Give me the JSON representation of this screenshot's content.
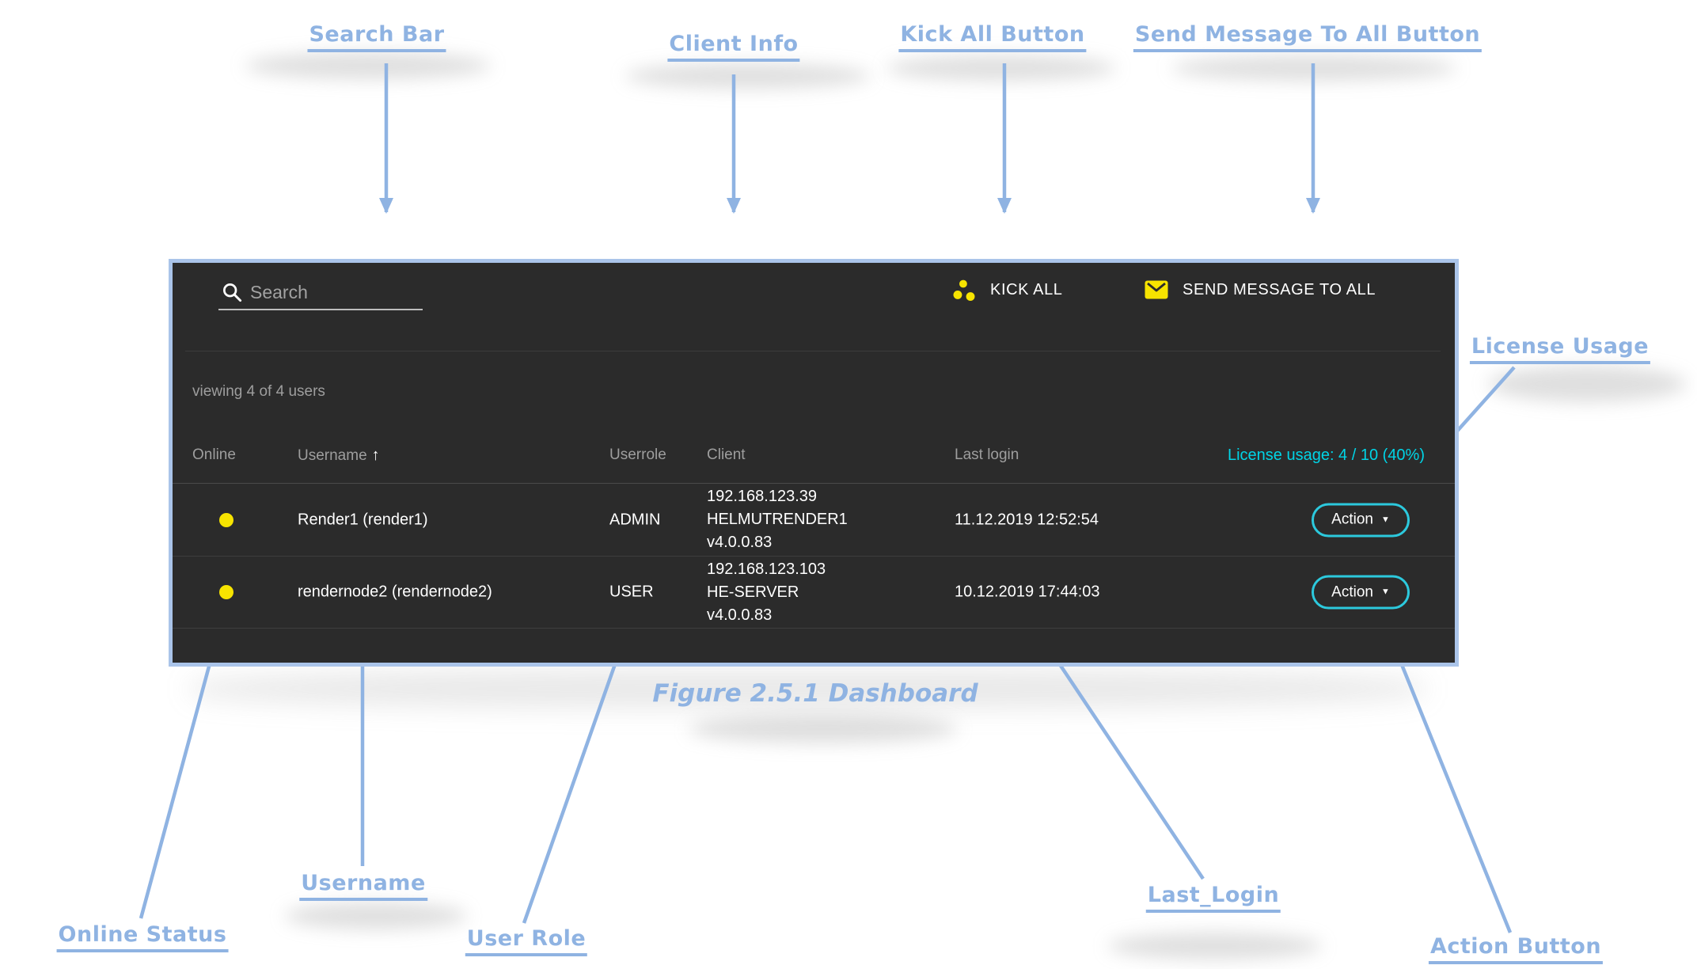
{
  "annotations": {
    "search_bar": "Search Bar",
    "client_info": "Client Info",
    "kick_all": "Kick All Button",
    "send_message": "Send Message To All Button",
    "license_usage": "License Usage",
    "username": "Username",
    "online_status": "Online Status",
    "user_role": "User Role",
    "last_login": "Last_Login",
    "action_button": "Action Button",
    "figure_caption": "Figure 2.5.1 Dashboard"
  },
  "dashboard": {
    "search": {
      "placeholder": "Search"
    },
    "toolbar": {
      "kick_all_label": "KICK ALL",
      "send_message_label": "SEND MESSAGE TO ALL"
    },
    "viewing_text": "viewing 4 of 4 users",
    "license_usage_text": "License usage: 4 / 10 (40%)",
    "table": {
      "headers": {
        "online": "Online",
        "username": "Username",
        "userrole": "Userrole",
        "client": "Client",
        "last_login": "Last login"
      },
      "rows": [
        {
          "online": "online",
          "username": "Render1 (render1)",
          "userrole": "ADMIN",
          "client_ip": "192.168.123.39",
          "client_host": "HELMUTRENDER1",
          "client_version": "v4.0.0.83",
          "last_login": "11.12.2019 12:52:54",
          "action_label": "Action"
        },
        {
          "online": "online",
          "username": "rendernode2 (rendernode2)",
          "userrole": "USER",
          "client_ip": "192.168.123.103",
          "client_host": "HE-SERVER",
          "client_version": "v4.0.0.83",
          "last_login": "10.12.2019 17:44:03",
          "action_label": "Action"
        }
      ]
    }
  },
  "icons": {
    "search_icon": "magnifier",
    "kick_all_icon": "scatter-dots",
    "send_message_icon": "envelope",
    "online_dot_icon": "yellow-circle",
    "sort_ascending_glyph": "↑",
    "dropdown_glyph": "▼"
  },
  "colors": {
    "panel_background": "#2b2b2b",
    "panel_border": "#aac4e9",
    "annotation_blue": "#8fb3e2",
    "accent_yellow": "#f7e400",
    "accent_cyan": "#00d4e6",
    "text_muted": "#9e9e9e",
    "text_primary": "#ffffff"
  }
}
